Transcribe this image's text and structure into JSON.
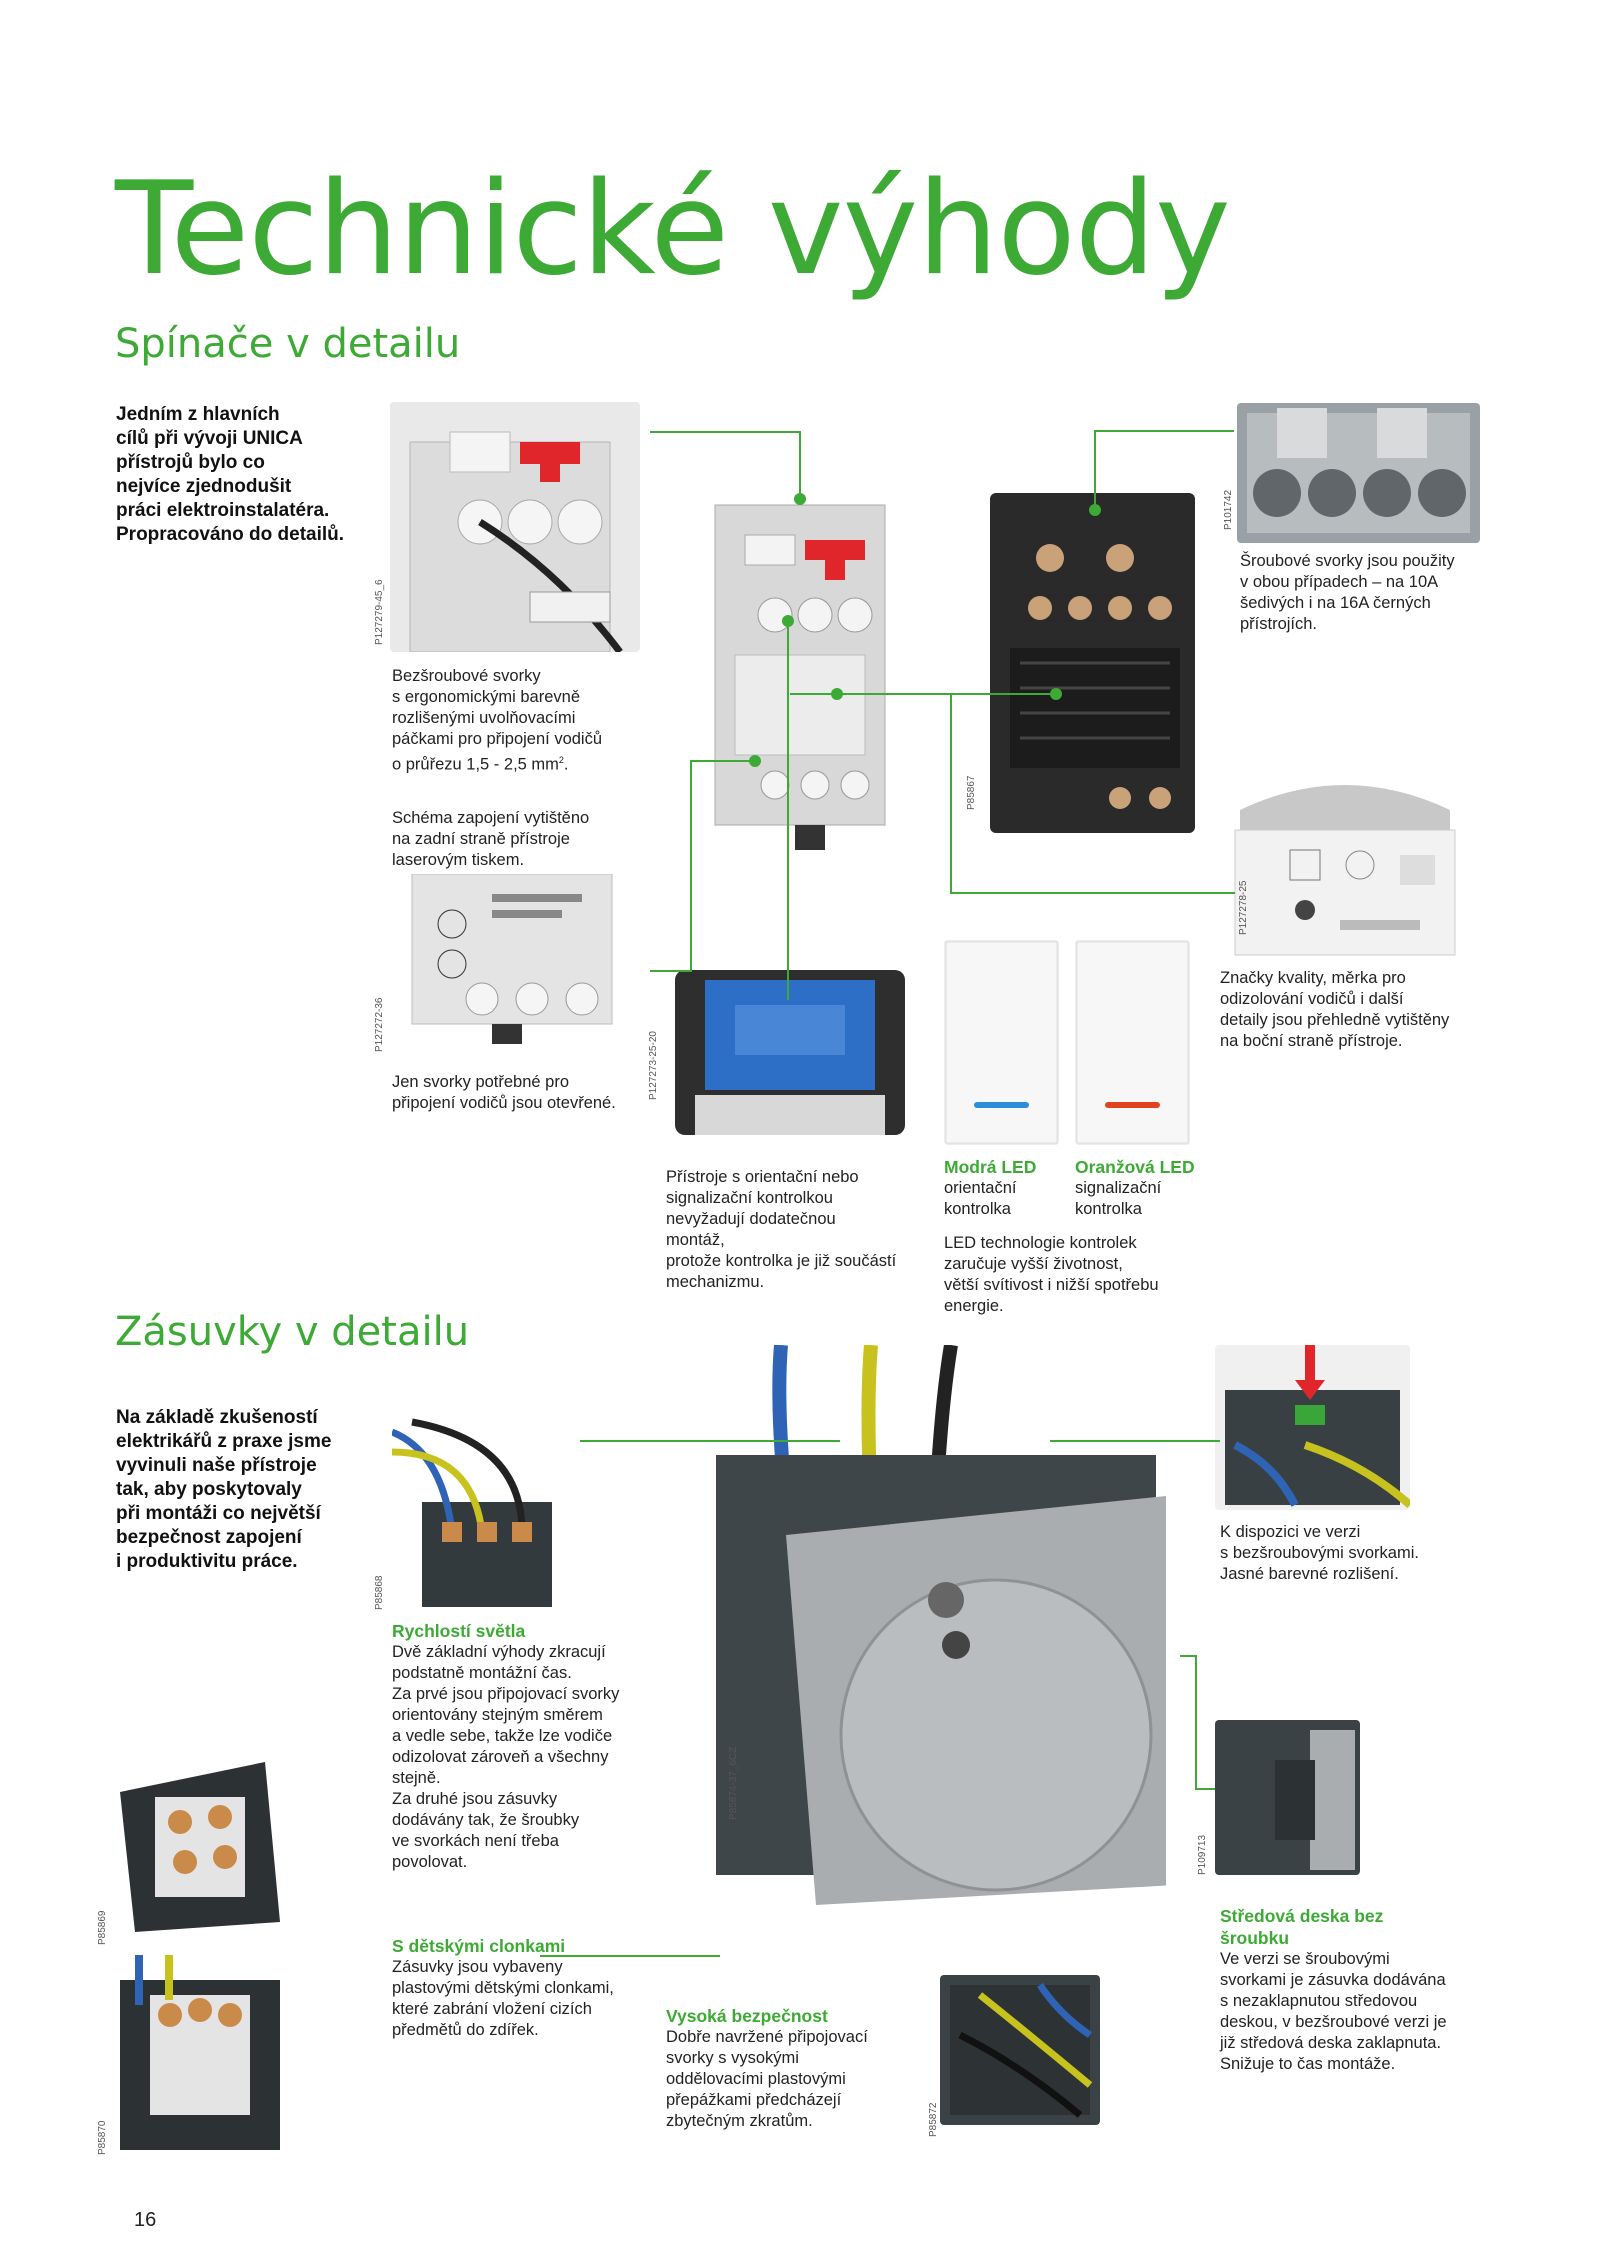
{
  "title": "Technické výhody",
  "switches": {
    "heading": "Spínače v detailu",
    "intro": [
      "Jedním z hlavních",
      "cílů při vývoji UNICA",
      "přístrojů bylo co",
      "nejvíce zjednodušit",
      "práci elektroinstalatéra.",
      "Propracováno do detailů."
    ],
    "screwless": [
      "Bezšroubové svorky",
      "s ergonomickými barevně",
      "rozlišenými uvolňovacími",
      "páčkami pro připojení vodičů",
      "o průřezu 1,5 - 2,5 mm"
    ],
    "screwless_sup": "2",
    "schema": [
      "Schéma zapojení vytištěno",
      "na zadní straně přístroje",
      "laserovým tiskem."
    ],
    "only_terminals": [
      "Jen svorky potřebné pro",
      "připojení vodičů jsou otevřené."
    ],
    "screw_terminals": [
      "Šroubové svorky jsou použity",
      "v obou případech – na 10A",
      "šedivých i na 16A černých",
      "přístrojích."
    ],
    "marks": [
      "Značky kvality, měrka pro",
      "odizolování vodičů i další",
      "detaily jsou přehledně vytištěny",
      "na boční straně přístroje."
    ],
    "orient": [
      "Přístroje s orientační nebo",
      "signalizační kontrolkou",
      "nevyžadují dodatečnou",
      "montáž,",
      "protože kontrolka je již součástí",
      "mechanizmu."
    ],
    "blue_led": {
      "title": "Modrá LED",
      "lines": [
        "orientační",
        "kontrolka"
      ]
    },
    "orange_led": {
      "title": "Oranžová LED",
      "lines": [
        "signalizační",
        "kontrolka"
      ]
    },
    "led_tech": [
      "LED technologie kontrolek",
      "zaručuje vyšší životnost,",
      "větší svítivost i nižší spotřebu",
      "energie."
    ],
    "codes": {
      "c1": "P127279-45_6",
      "c2": "P101742",
      "c3": "P85867",
      "c4": "P127278-25",
      "c5": "P127272-36",
      "c6": "P127273-25-20"
    }
  },
  "sockets": {
    "heading": "Zásuvky v detailu",
    "intro": [
      "Na základě zkušeností",
      "elektrikářů z praxe jsme",
      "vyvinuli naše přístroje",
      "tak, aby poskytovaly",
      "při montáži co největší",
      "bezpečnost zapojení",
      "i produktivitu práce."
    ],
    "speed": {
      "title": "Rychlostí světla",
      "lines": [
        "Dvě základní výhody zkracují",
        "podstatně montážní čas.",
        "Za prvé jsou připojovací svorky",
        "orientovány stejným směrem",
        "a vedle sebe, takže lze vodiče",
        "odizolovat zároveň a všechny",
        "stejně.",
        "Za druhé jsou zásuvky",
        "dodávány tak, že šroubky",
        "ve svorkách není třeba",
        "povolovat."
      ]
    },
    "child": {
      "title": "S dětskými clonkami",
      "lines": [
        "Zásuvky jsou vybaveny",
        "plastovými dětskými clonkami,",
        "které zabrání vložení cizích",
        "předmětů do zdířek."
      ]
    },
    "safety": {
      "title": "Vysoká bezpečnost",
      "lines": [
        "Dobře navržené připojovací",
        "svorky s vysokými",
        "oddělovacími plastovými",
        "přepážkami předcházejí",
        "zbytečným zkratům."
      ]
    },
    "avail": [
      "K dispozici ve verzi",
      "s bezšroubovými svorkami.",
      "Jasné barevné rozlišení."
    ],
    "plate": {
      "title": [
        "Středová deska bez",
        "šroubku"
      ],
      "lines": [
        "Ve verzi se šroubovými",
        "svorkami je zásuvka dodávána",
        "s nezaklapnutou středovou",
        "deskou, v bezšroubové verzi je",
        "již středová deska zaklapnuta.",
        "Snižuje to čas montáže."
      ]
    },
    "codes": {
      "c1": "P85868",
      "c2": "P85874-37_6CZ",
      "c3": "P109713",
      "c4": "P85869",
      "c5": "P85870",
      "c6": "P85872"
    }
  },
  "page_number": "16",
  "colors": {
    "accent": "#3daa35",
    "text": "#1a1a1a",
    "blue_led": "#2a8fd8",
    "orange_led": "#e0441e"
  }
}
